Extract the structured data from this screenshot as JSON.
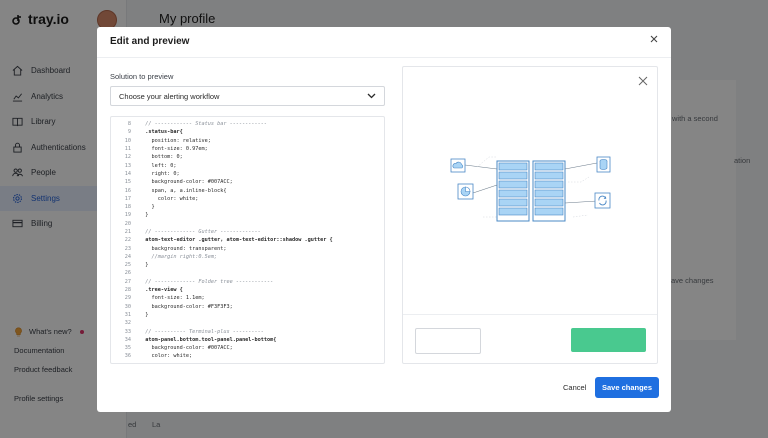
{
  "app": {
    "logo_text": "tray.io",
    "page_title": "My profile"
  },
  "sidebar": {
    "items": [
      {
        "label": "Dashboard"
      },
      {
        "label": "Analytics"
      },
      {
        "label": "Library"
      },
      {
        "label": "Authentications"
      },
      {
        "label": "People"
      },
      {
        "label": "Settings"
      },
      {
        "label": "Billing"
      }
    ],
    "active": "Settings",
    "whats_new": "What's new?",
    "documentation": "Documentation",
    "product_feedback": "Product feedback",
    "profile_settings": "Profile settings"
  },
  "background": {
    "partial_1": "with a second",
    "partial_2": "ation",
    "partial_3": "ave changes",
    "partial_4": "ed",
    "partial_5": "La"
  },
  "modal": {
    "title": "Edit and preview",
    "field_label": "Solution to preview",
    "select_value": "Choose your alerting workflow",
    "cancel_label": "Cancel",
    "save_label": "Save changes"
  },
  "code": {
    "lines": [
      {
        "n": "8",
        "t": "  // ------------ Status bar ------------",
        "k": "comment"
      },
      {
        "n": "9",
        "t": "  .status-bar{",
        "k": "sel"
      },
      {
        "n": "10",
        "t": "    position: relative;",
        "k": "prop"
      },
      {
        "n": "11",
        "t": "    font-size: 0.97em;",
        "k": "prop"
      },
      {
        "n": "12",
        "t": "    bottom: 0;",
        "k": "prop"
      },
      {
        "n": "13",
        "t": "    left: 0;",
        "k": "prop"
      },
      {
        "n": "14",
        "t": "    right: 0;",
        "k": "prop"
      },
      {
        "n": "15",
        "t": "    background-color: #007ACC;",
        "k": "prop"
      },
      {
        "n": "16",
        "t": "    span, a, a.inline-block{",
        "k": "prop"
      },
      {
        "n": "17",
        "t": "      color: white;",
        "k": "prop"
      },
      {
        "n": "18",
        "t": "    }",
        "k": "prop"
      },
      {
        "n": "19",
        "t": "  }",
        "k": "prop"
      },
      {
        "n": "20",
        "t": "",
        "k": "prop"
      },
      {
        "n": "21",
        "t": "  // ------------- Gutter -------------",
        "k": "comment"
      },
      {
        "n": "22",
        "t": "  atom-text-editor .gutter, atom-text-editor::shadow .gutter {",
        "k": "sel"
      },
      {
        "n": "23",
        "t": "    background: transparent;",
        "k": "prop"
      },
      {
        "n": "24",
        "t": "    //margin right:0.5em;",
        "k": "comment"
      },
      {
        "n": "25",
        "t": "  }",
        "k": "prop"
      },
      {
        "n": "26",
        "t": "",
        "k": "prop"
      },
      {
        "n": "27",
        "t": "  // ------------- Folder tree ------------",
        "k": "comment"
      },
      {
        "n": "28",
        "t": "  .tree-view {",
        "k": "sel"
      },
      {
        "n": "29",
        "t": "    font-size: 1.1em;",
        "k": "prop"
      },
      {
        "n": "30",
        "t": "    background-color: #F3F3F3;",
        "k": "prop"
      },
      {
        "n": "31",
        "t": "  }",
        "k": "prop"
      },
      {
        "n": "32",
        "t": "",
        "k": "prop"
      },
      {
        "n": "33",
        "t": "  // ---------- Terminal-plus ----------",
        "k": "comment"
      },
      {
        "n": "34",
        "t": "  atom-panel.bottom.tool-panel.panel-bottom{",
        "k": "sel"
      },
      {
        "n": "35",
        "t": "    background-color: #007ACC;",
        "k": "prop"
      },
      {
        "n": "36",
        "t": "    color: white;",
        "k": "prop"
      }
    ]
  },
  "colors": {
    "accent": "#1f6fe0",
    "green": "#49c98f",
    "server_blue": "#a9d4f5"
  }
}
